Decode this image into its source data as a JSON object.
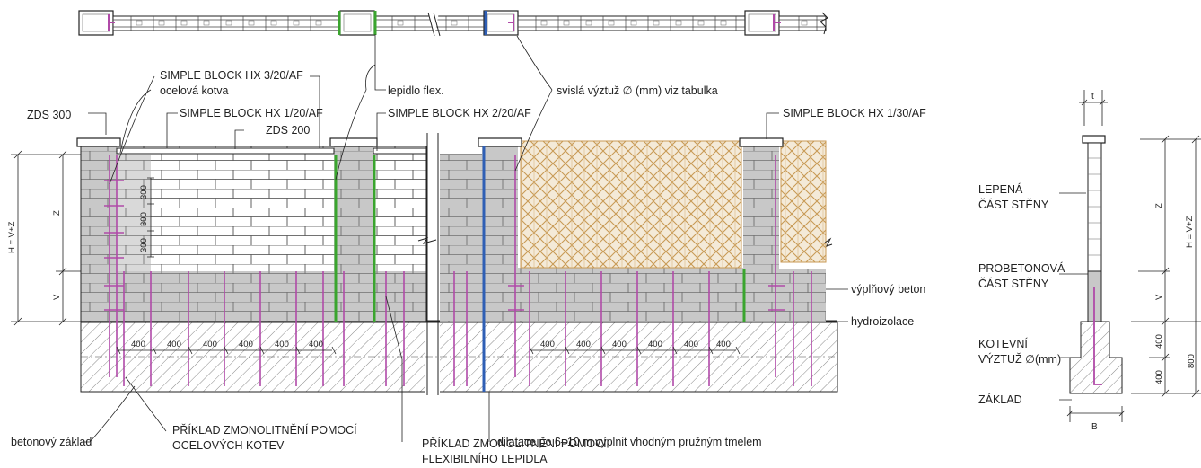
{
  "labels": {
    "zds300": "ZDS 300",
    "ocelova_kotva": "ocelová kotva",
    "hx320": "SIMPLE BLOCK HX 3/20/AF",
    "hx120": "SIMPLE BLOCK HX 1/20/AF",
    "zds200": "ZDS 200",
    "lepidlo": "lepidlo flex.",
    "hx220": "SIMPLE BLOCK HX 2/20/AF",
    "svisla": "svislá výztuž ∅ (mm) viz tabulka",
    "hx130": "SIMPLE BLOCK HX 1/30/AF",
    "vyplnovy": "výplňový beton",
    "hydro": "hydroizolace",
    "betonovy": "betonový základ",
    "priklad_ocel_1": "PŘÍKLAD ZMONOLITNĚNÍ POMOCÍ",
    "priklad_ocel_2": "OCELOVÝCH KOTEV",
    "priklad_flex_1": "PŘÍKLAD ZMONOLITNĚNÍ POMOCÍ",
    "priklad_flex_2": "FLEXIBILNÍHO LEPIDLA",
    "dilatace": "dilatace po 6–10 m vyplnit vhodným pružným tmelem"
  },
  "dimensions": {
    "H": "H = V+Z",
    "Z": "Z",
    "V": "V",
    "d300": "300",
    "d400": "400"
  },
  "section": {
    "t": "t",
    "lepena_1": "LEPENÁ",
    "lepena_2": "ČÁST STĚNY",
    "probet_1": "PROBETONOVÁ",
    "probet_2": "ČÁST STĚNY",
    "kotevni_1": "KOTEVNÍ",
    "kotevni_2": "VÝZTUŽ ∅(mm)",
    "zaklad": "ZÁKLAD",
    "B": "B",
    "Z": "Z",
    "V": "V",
    "H": "H = V+Z",
    "d400a": "400",
    "d400b": "400",
    "d800": "800"
  },
  "colors": {
    "steel": "#b04aa8",
    "green": "#3aa52e",
    "blue": "#2f5fb5",
    "grey_fill": "#c8c8c8",
    "light_grey": "#d9d9d9",
    "fill_wood": "#c89a55"
  }
}
